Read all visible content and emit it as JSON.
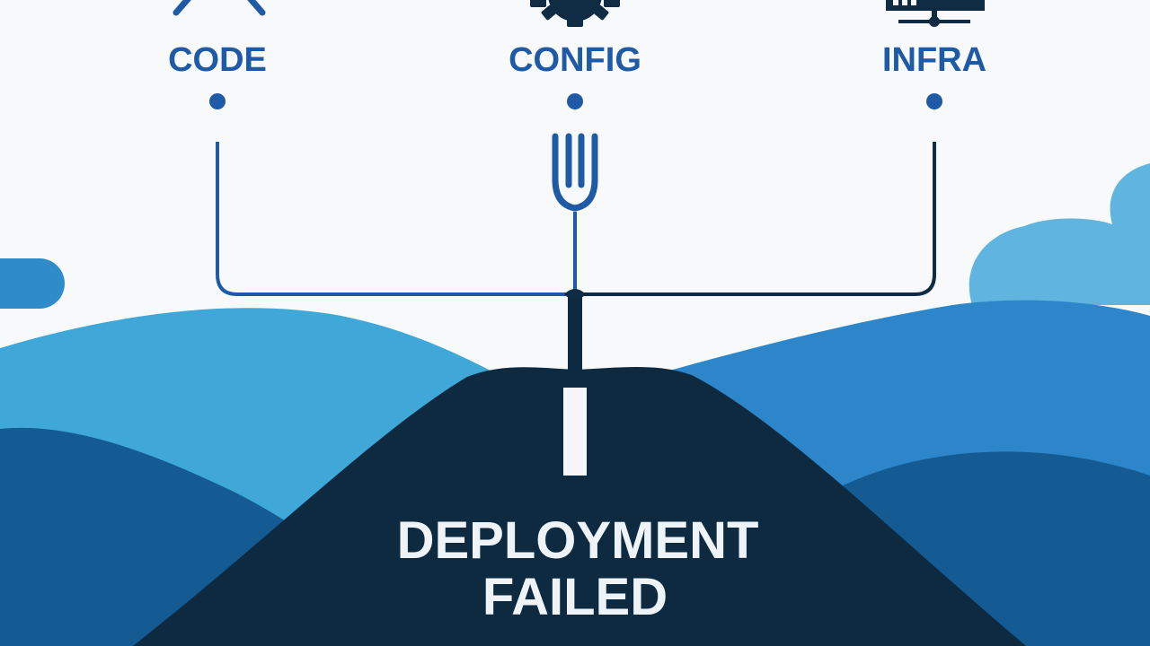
{
  "sources": [
    {
      "id": "code",
      "label": "CODE",
      "icon": "code-brackets-icon"
    },
    {
      "id": "config",
      "label": "CONFIG",
      "icon": "gear-icon"
    },
    {
      "id": "infra",
      "label": "INFRA",
      "icon": "server-network-icon"
    }
  ],
  "status": {
    "line1": "DEPLOYMENT",
    "line2": "FAILED"
  },
  "colors": {
    "background": "#f7f9fb",
    "accent_blue": "#1f5aa6",
    "navy": "#0f2c44",
    "road": "#0e2a40",
    "hill_light": "#3fa8d8",
    "hill_mid": "#2c86c9",
    "hill_dark": "#145a93",
    "cloud": "#5fb4e0",
    "status_text": "#eef3f7"
  }
}
